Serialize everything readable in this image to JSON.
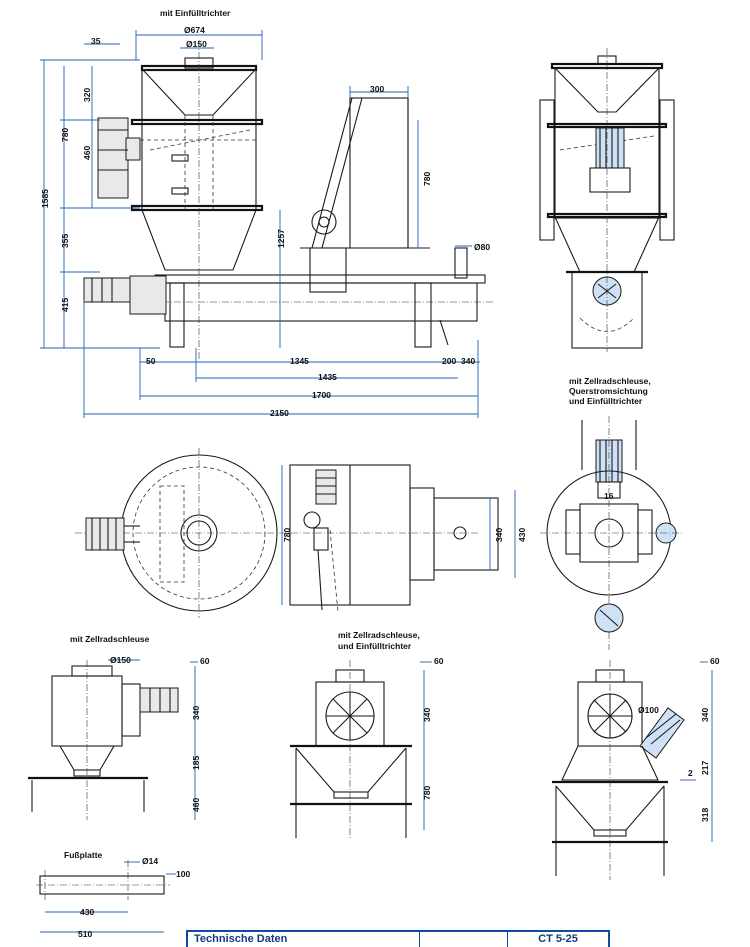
{
  "captions": {
    "top_view": "mit Einfülltrichter",
    "side_view_right": [
      "mit Zellradschleuse,",
      "Querstromsichtung",
      "und Einfülltrichter"
    ],
    "small_view_1": "mit Zellradschleuse",
    "small_view_2": [
      "mit Zellradschleuse,",
      "und Einfülltrichter"
    ],
    "foot_plate": "Fußplatte"
  },
  "dimensions": {
    "d674": "Ø674",
    "d150": "Ø150",
    "d35": "35",
    "d320": "320",
    "d460": "460",
    "d780": "780",
    "d1585": "1585",
    "d355": "355",
    "d415": "415",
    "d1257": "1257",
    "d300": "300",
    "d780_conveyor": "780",
    "d80": "Ø80",
    "d50": "50",
    "d1345": "1345",
    "d200": "200",
    "d340": "340",
    "d1435": "1435",
    "d1700": "1700",
    "d2150": "2150",
    "plan_780": "780",
    "plan_340": "340",
    "plan_430": "430",
    "d16": "16",
    "v1_d150": "Ø150",
    "v1_60": "60",
    "v1_340": "340",
    "v1_185": "185",
    "v1_460": "460",
    "v2_60": "60",
    "v2_340": "340",
    "v2_780": "780",
    "v3_60": "60",
    "v3_d100": "Ø100",
    "v3_340": "340",
    "v3_217": "217",
    "v3_2": "2",
    "v3_318": "318",
    "fp_d14": "Ø14",
    "fp_100": "100",
    "fp_430": "430",
    "fp_510": "510"
  },
  "table": {
    "header_label": "Technische Daten",
    "header_blank": "",
    "header_model": "CT 5-25"
  },
  "colors": {
    "dimension_lines": "#1f63b4",
    "table_border": "#0f4aa3",
    "table_text": "#0f3b80"
  }
}
